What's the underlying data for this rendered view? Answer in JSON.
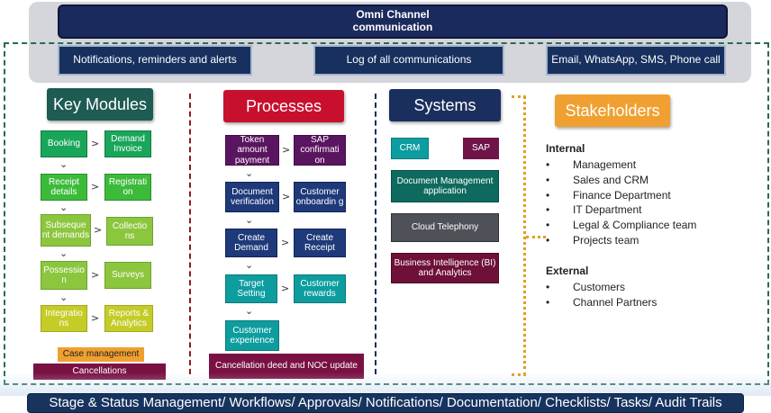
{
  "omni": {
    "title_line1": "Omni Channel",
    "title_line2": "communication",
    "sub1": "Notifications, reminders and alerts",
    "sub2": "Log of all communications",
    "sub3": "Email, WhatsApp, SMS,  Phone call"
  },
  "headers": {
    "key_modules": "Key Modules",
    "processes": "Processes",
    "systems": "Systems",
    "stakeholders": "Stakeholders"
  },
  "key_modules": {
    "booking": "Booking",
    "demand_invoice": "Demand Invoice",
    "receipt_details": "Receipt details",
    "registration": "Registrati on",
    "subsequent_demands": "Subseque nt demands",
    "collections": "Collectio ns",
    "possession": "Possessio n",
    "surveys": "Surveys",
    "integrations": "Integratio ns",
    "reports_analytics": "Reports & Analytics",
    "case_management": "Case management",
    "cancellations": "Cancellations"
  },
  "processes": {
    "token_amount_payment": "Token amount payment",
    "sap_confirmation": "SAP confirmati on",
    "document_verification": "Document verification",
    "customer_onboarding": "Customer onboardin g",
    "create_demand": "Create Demand",
    "create_receipt": "Create Receipt",
    "target_setting": "Target Setting",
    "customer_rewards": "Customer rewards",
    "customer_experience": "Customer experience",
    "cancellation_deed": "Cancellation deed and NOC update"
  },
  "systems": {
    "crm": "CRM",
    "sap": "SAP",
    "dms": "Document Management application",
    "cloud_telephony": "Cloud Telephony",
    "bi": "Business Intelligence (BI) and Analytics"
  },
  "stakeholders": {
    "internal_title": "Internal",
    "internal": [
      "Management",
      "Sales and CRM",
      "Finance Department",
      "IT Department",
      "Legal & Compliance team",
      "Projects team"
    ],
    "external_title": "External",
    "external": [
      "Customers",
      "Channel Partners"
    ],
    "bullet": "•"
  },
  "bottom_bar": "Stage & Status Management/ Workflows/ Approvals/ Notifications/ Documentation/ Checklists/ Tasks/ Audit Trails",
  "colors": {
    "navy": "#1b2a5c",
    "frame_green": "#2a6b4e",
    "key_modules_header": "#1e5b52",
    "processes_header": "#c8102e",
    "systems_header": "#1b2f5e",
    "stakeholders_header": "#f0a030",
    "divider_red": "#8b1a1a",
    "divider_navy": "#1b2a5c",
    "dotted_orange": "#e0a020"
  }
}
